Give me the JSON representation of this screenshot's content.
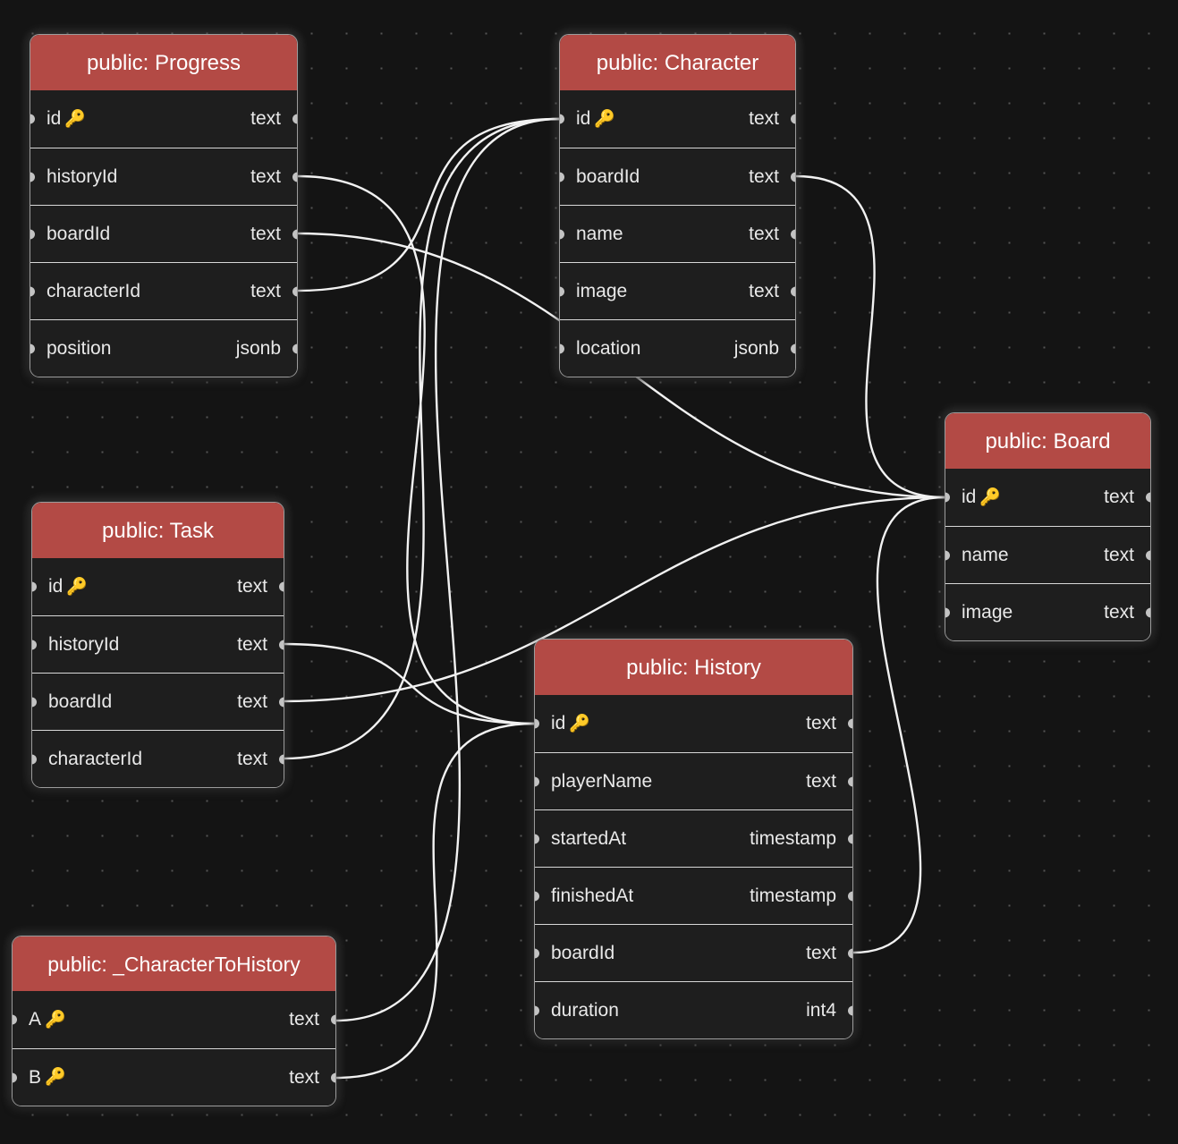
{
  "diagram": {
    "type": "database-schema-erd",
    "title": "Database schema diagram",
    "background_color": "#141414",
    "grid_dot_color": "#555555",
    "header_color": "#b34a45",
    "card_body_color": "#1e1e1e",
    "edge_color": "#f2f2f2",
    "port_color": "#c3c3c3",
    "key_icon": "🔑"
  },
  "tables": [
    {
      "id": "progress",
      "title": "public: Progress",
      "columns": [
        {
          "name": "id",
          "type": "text",
          "primary_key": true
        },
        {
          "name": "historyId",
          "type": "text",
          "primary_key": false
        },
        {
          "name": "boardId",
          "type": "text",
          "primary_key": false
        },
        {
          "name": "characterId",
          "type": "text",
          "primary_key": false
        },
        {
          "name": "position",
          "type": "jsonb",
          "primary_key": false
        }
      ]
    },
    {
      "id": "character",
      "title": "public: Character",
      "columns": [
        {
          "name": "id",
          "type": "text",
          "primary_key": true
        },
        {
          "name": "boardId",
          "type": "text",
          "primary_key": false
        },
        {
          "name": "name",
          "type": "text",
          "primary_key": false
        },
        {
          "name": "image",
          "type": "text",
          "primary_key": false
        },
        {
          "name": "location",
          "type": "jsonb",
          "primary_key": false
        }
      ]
    },
    {
      "id": "board",
      "title": "public: Board",
      "columns": [
        {
          "name": "id",
          "type": "text",
          "primary_key": true
        },
        {
          "name": "name",
          "type": "text",
          "primary_key": false
        },
        {
          "name": "image",
          "type": "text",
          "primary_key": false
        }
      ]
    },
    {
      "id": "task",
      "title": "public: Task",
      "columns": [
        {
          "name": "id",
          "type": "text",
          "primary_key": true
        },
        {
          "name": "historyId",
          "type": "text",
          "primary_key": false
        },
        {
          "name": "boardId",
          "type": "text",
          "primary_key": false
        },
        {
          "name": "characterId",
          "type": "text",
          "primary_key": false
        }
      ]
    },
    {
      "id": "history",
      "title": "public: History",
      "columns": [
        {
          "name": "id",
          "type": "text",
          "primary_key": true
        },
        {
          "name": "playerName",
          "type": "text",
          "primary_key": false
        },
        {
          "name": "startedAt",
          "type": "timestamp",
          "primary_key": false
        },
        {
          "name": "finishedAt",
          "type": "timestamp",
          "primary_key": false
        },
        {
          "name": "boardId",
          "type": "text",
          "primary_key": false
        },
        {
          "name": "duration",
          "type": "int4",
          "primary_key": false
        }
      ]
    },
    {
      "id": "charactertohistory",
      "title": "public: _CharacterToHistory",
      "columns": [
        {
          "name": "A",
          "type": "text",
          "primary_key": true
        },
        {
          "name": "B",
          "type": "text",
          "primary_key": true
        }
      ]
    }
  ],
  "relationships": [
    {
      "from_table": "progress",
      "from_column": "historyId",
      "to_table": "history",
      "to_column": "id"
    },
    {
      "from_table": "progress",
      "from_column": "boardId",
      "to_table": "board",
      "to_column": "id"
    },
    {
      "from_table": "progress",
      "from_column": "characterId",
      "to_table": "character",
      "to_column": "id"
    },
    {
      "from_table": "character",
      "from_column": "boardId",
      "to_table": "board",
      "to_column": "id"
    },
    {
      "from_table": "task",
      "from_column": "historyId",
      "to_table": "history",
      "to_column": "id"
    },
    {
      "from_table": "task",
      "from_column": "boardId",
      "to_table": "board",
      "to_column": "id"
    },
    {
      "from_table": "task",
      "from_column": "characterId",
      "to_table": "character",
      "to_column": "id"
    },
    {
      "from_table": "history",
      "from_column": "boardId",
      "to_table": "board",
      "to_column": "id"
    },
    {
      "from_table": "charactertohistory",
      "from_column": "A",
      "to_table": "character",
      "to_column": "id"
    },
    {
      "from_table": "charactertohistory",
      "from_column": "B",
      "to_table": "history",
      "to_column": "id"
    }
  ]
}
